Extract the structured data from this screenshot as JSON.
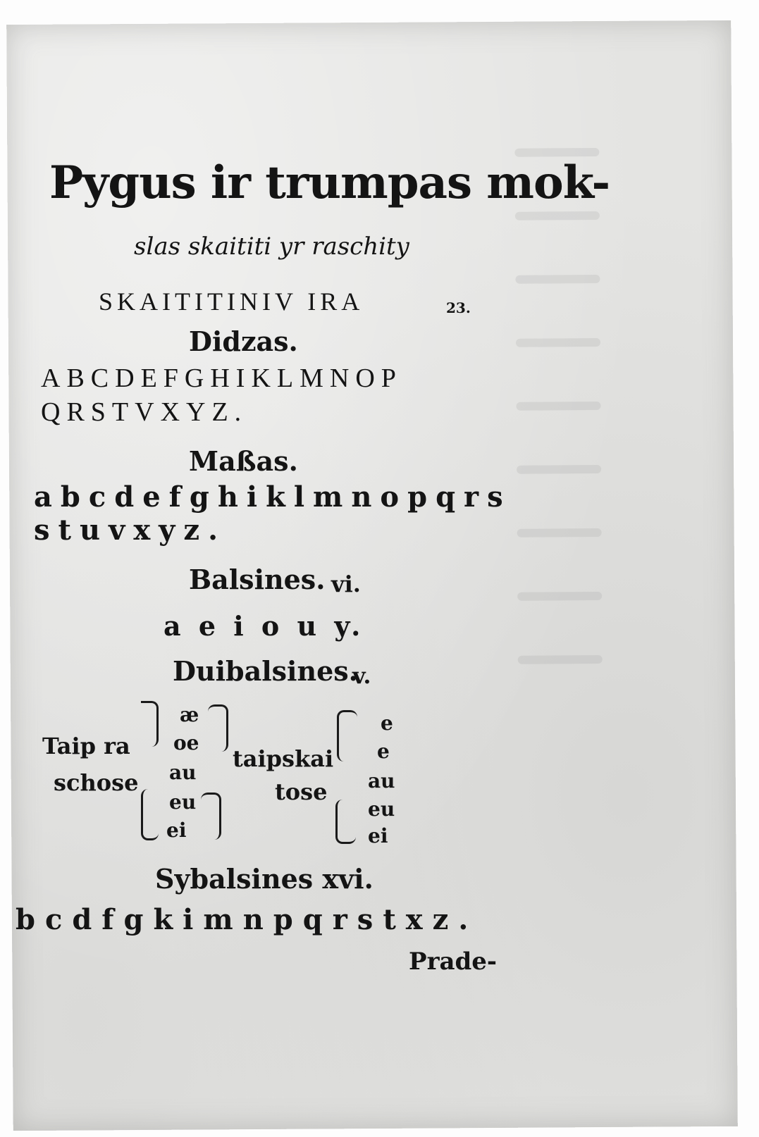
{
  "title": "Pygus ir trumpas mok-",
  "subtitle": "slas skaititi yr raschity",
  "capitals_heading": {
    "text": "SKAITITINIV IRA",
    "number": "23."
  },
  "didzas": {
    "heading": "Didzas.",
    "line1": "ABCDEFGHIKLMNOP",
    "line2": "QRSTVXYZ."
  },
  "mazas": {
    "heading": "Maßas.",
    "line1": "abcdefghiklmnopqrs",
    "line2": "stuvxyz."
  },
  "balsines": {
    "heading": "Balsines.",
    "count": "vi.",
    "letters": "a e i o u y."
  },
  "duibalsines": {
    "heading": "Duibalsines.",
    "count": "v.",
    "left_label_1": "Taip ra",
    "left_label_2": "schose",
    "left_items": [
      "æ",
      "oe",
      "au",
      "eu",
      "ei"
    ],
    "mid_label_1": "taipskai",
    "mid_label_2": "tose",
    "right_items": [
      "e",
      "e",
      "au",
      "eu",
      "ei"
    ]
  },
  "sybalsines": {
    "heading": "Sybalsines xvi.",
    "letters": "bcdfgkimnpqrstxz."
  },
  "catchword": "Prade-"
}
